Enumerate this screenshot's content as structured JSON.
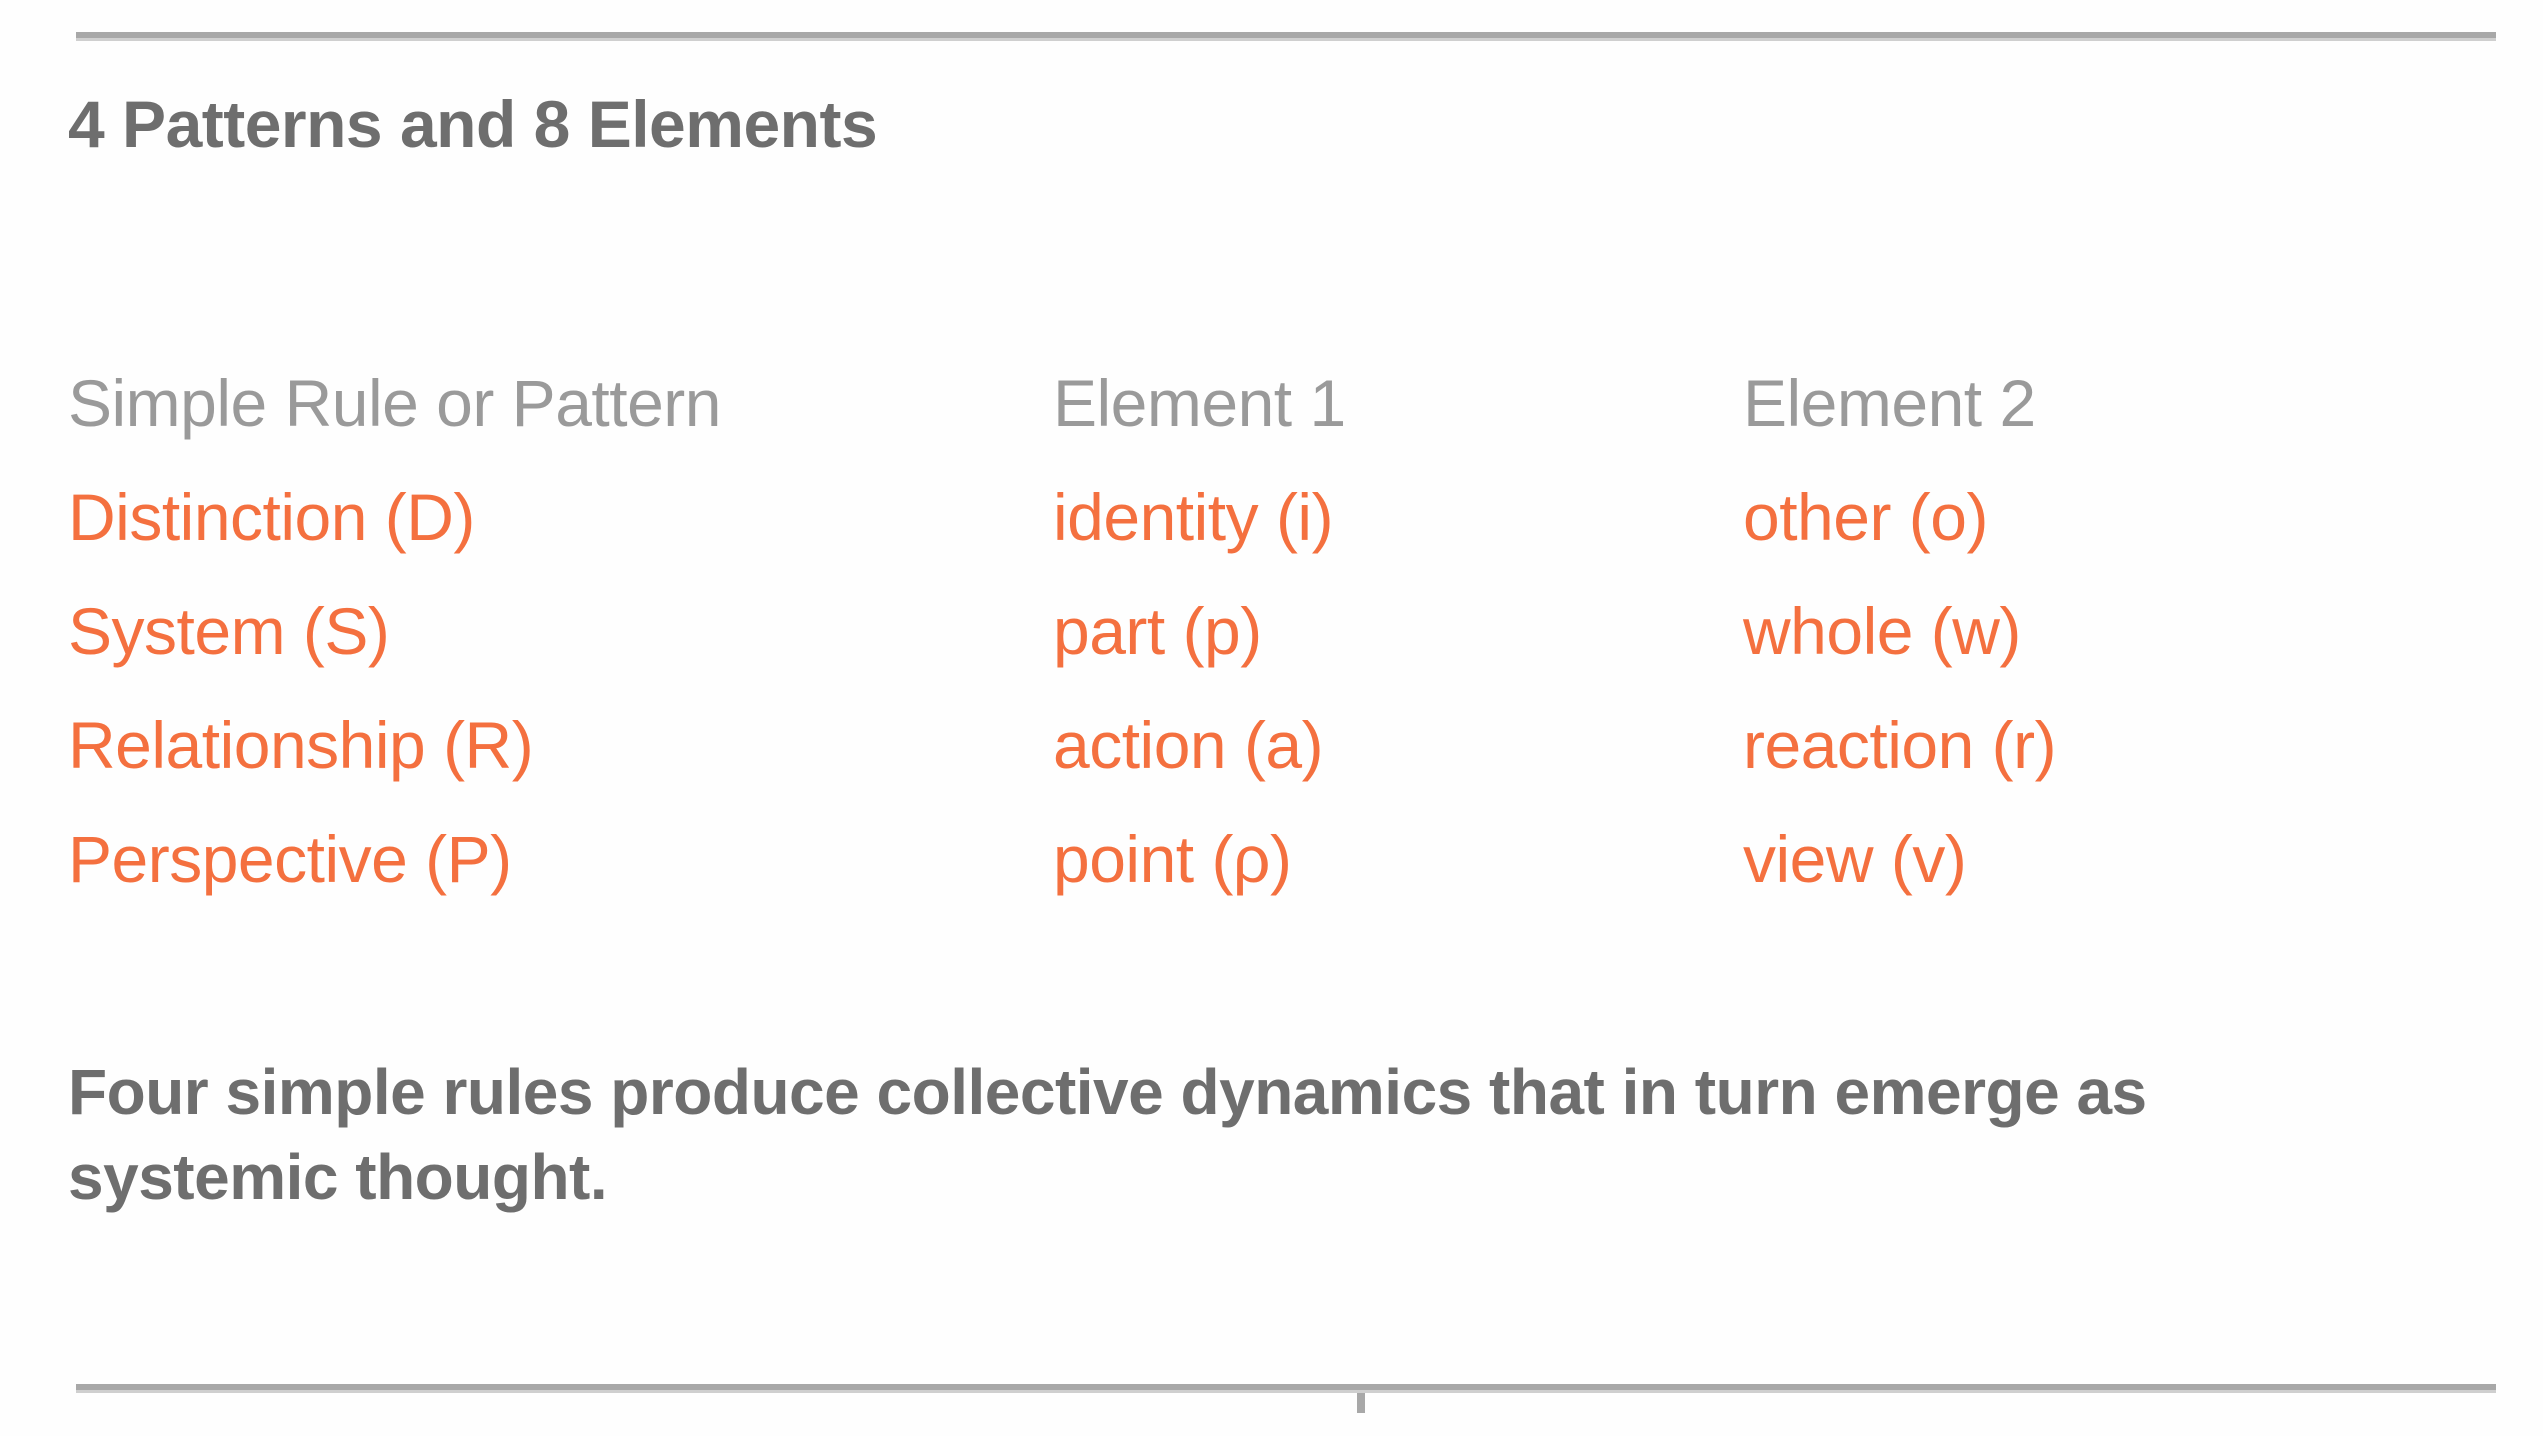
{
  "slide": {
    "title": "4 Patterns and 8 Elements",
    "accent_color": "#f4703f",
    "text_color": "#6e6e6e",
    "muted_color": "#9a9a9a",
    "background_color": "#fefefe",
    "rule_color": "#a8a8a8"
  },
  "table": {
    "headers": {
      "col1": "Simple Rule or Pattern",
      "col2": "Element 1",
      "col3": "Element 2"
    },
    "rows": [
      {
        "pattern": "Distinction (D)",
        "element1": "identity (i)",
        "element2": "other (o)"
      },
      {
        "pattern": "System (S)",
        "element1": "part (p)",
        "element2": "whole (w)"
      },
      {
        "pattern": "Relationship (R)",
        "element1": "action (a)",
        "element2": "reaction (r)"
      },
      {
        "pattern": "Perspective (P)",
        "element1": "point (ρ)",
        "element2": "view (v)"
      }
    ]
  },
  "caption": {
    "line1": "Four simple rules produce collective dynamics that in turn emerge as",
    "line2": "systemic thought."
  }
}
